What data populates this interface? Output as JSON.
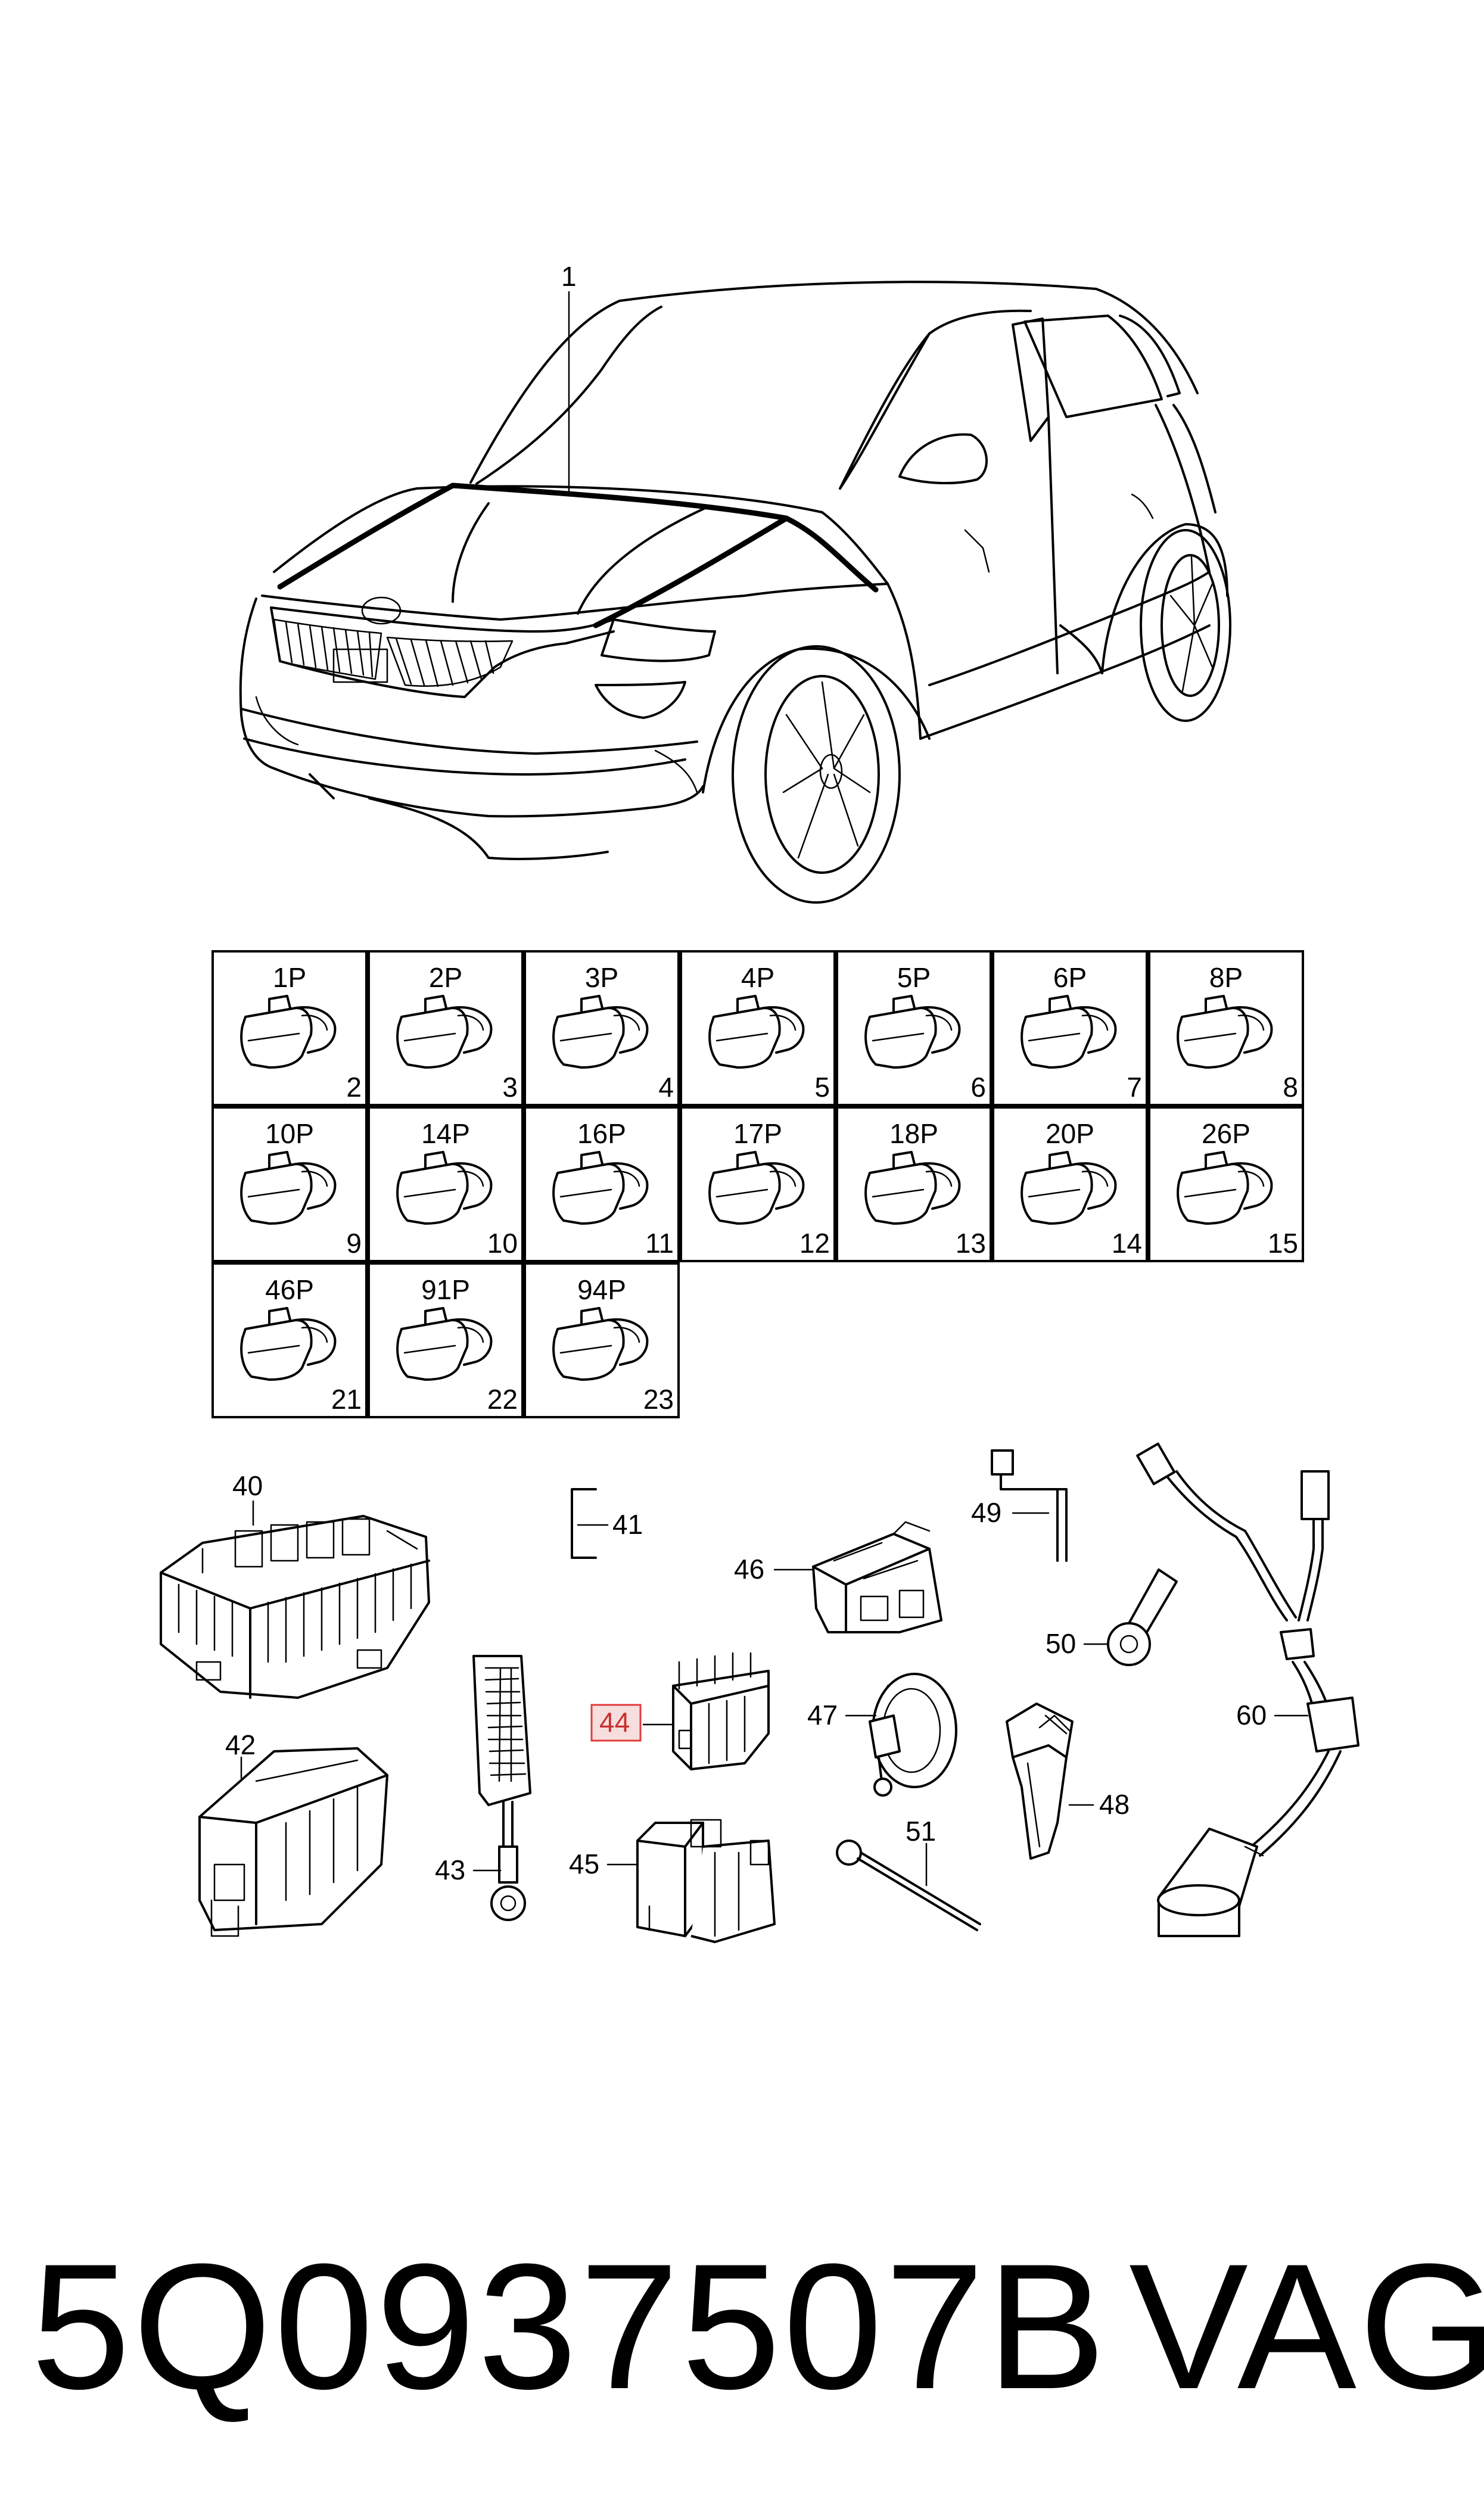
{
  "illustration": {
    "callout_main": "1",
    "connectors": [
      {
        "label": "1P",
        "number": "2"
      },
      {
        "label": "2P",
        "number": "3"
      },
      {
        "label": "3P",
        "number": "4"
      },
      {
        "label": "4P",
        "number": "5"
      },
      {
        "label": "5P",
        "number": "6"
      },
      {
        "label": "6P",
        "number": "7"
      },
      {
        "label": "8P",
        "number": "8"
      },
      {
        "label": "10P",
        "number": "9"
      },
      {
        "label": "14P",
        "number": "10"
      },
      {
        "label": "16P",
        "number": "11"
      },
      {
        "label": "17P",
        "number": "12"
      },
      {
        "label": "18P",
        "number": "13"
      },
      {
        "label": "20P",
        "number": "14"
      },
      {
        "label": "26P",
        "number": "15"
      },
      {
        "label": "46P",
        "number": "21"
      },
      {
        "label": "91P",
        "number": "22"
      },
      {
        "label": "94P",
        "number": "23"
      }
    ],
    "parts": [
      "40",
      "41",
      "42",
      "43",
      "44",
      "45",
      "46",
      "47",
      "48",
      "49",
      "50",
      "51",
      "60"
    ],
    "highlighted_part": "44",
    "highlight_color": "#e23b3b"
  },
  "footer": {
    "part_number": "5Q0937507B",
    "brand": "VAG"
  }
}
